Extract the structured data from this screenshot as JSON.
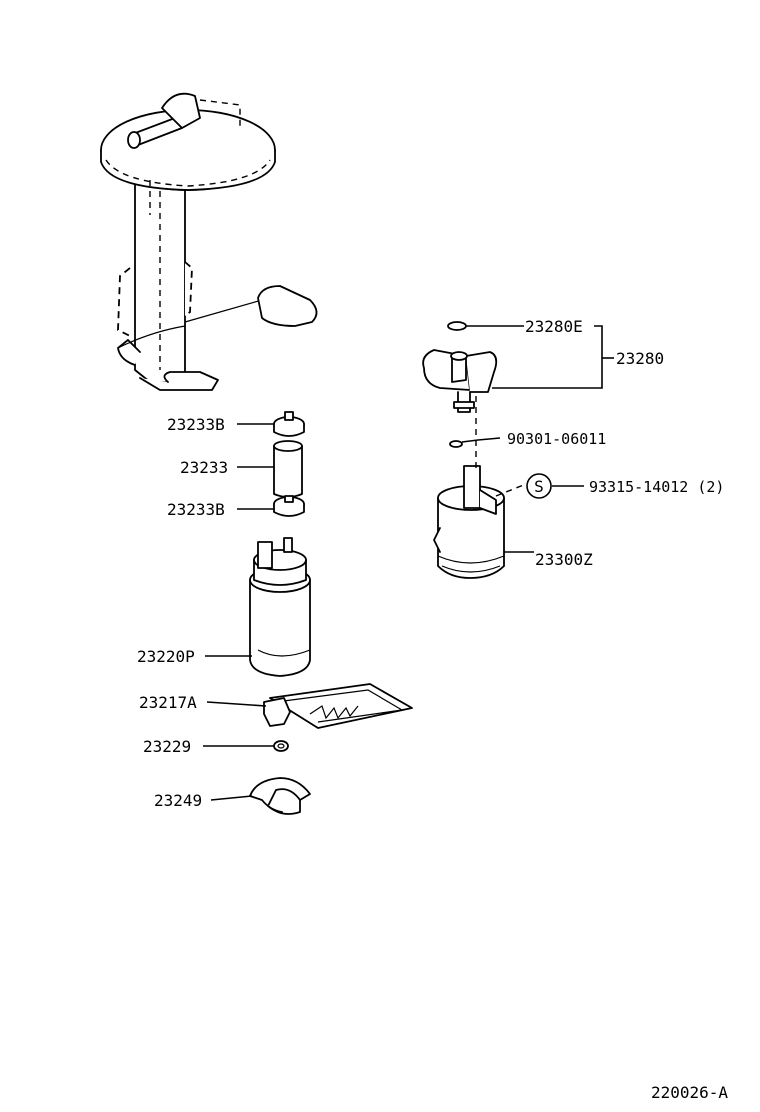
{
  "parts": {
    "p23233B_top": "23233B",
    "p23233": "23233",
    "p23233B_bottom": "23233B",
    "p23220P": "23220P",
    "p23217A": "23217A",
    "p23229": "23229",
    "p23249": "23249",
    "p23280E": "23280E",
    "p23280": "23280",
    "p90301": "90301-06011",
    "p93315_symbol": "S",
    "p93315": "93315-14012 (2)",
    "p23300Z": "23300Z"
  },
  "footer": {
    "figure_code": "220026-A"
  }
}
